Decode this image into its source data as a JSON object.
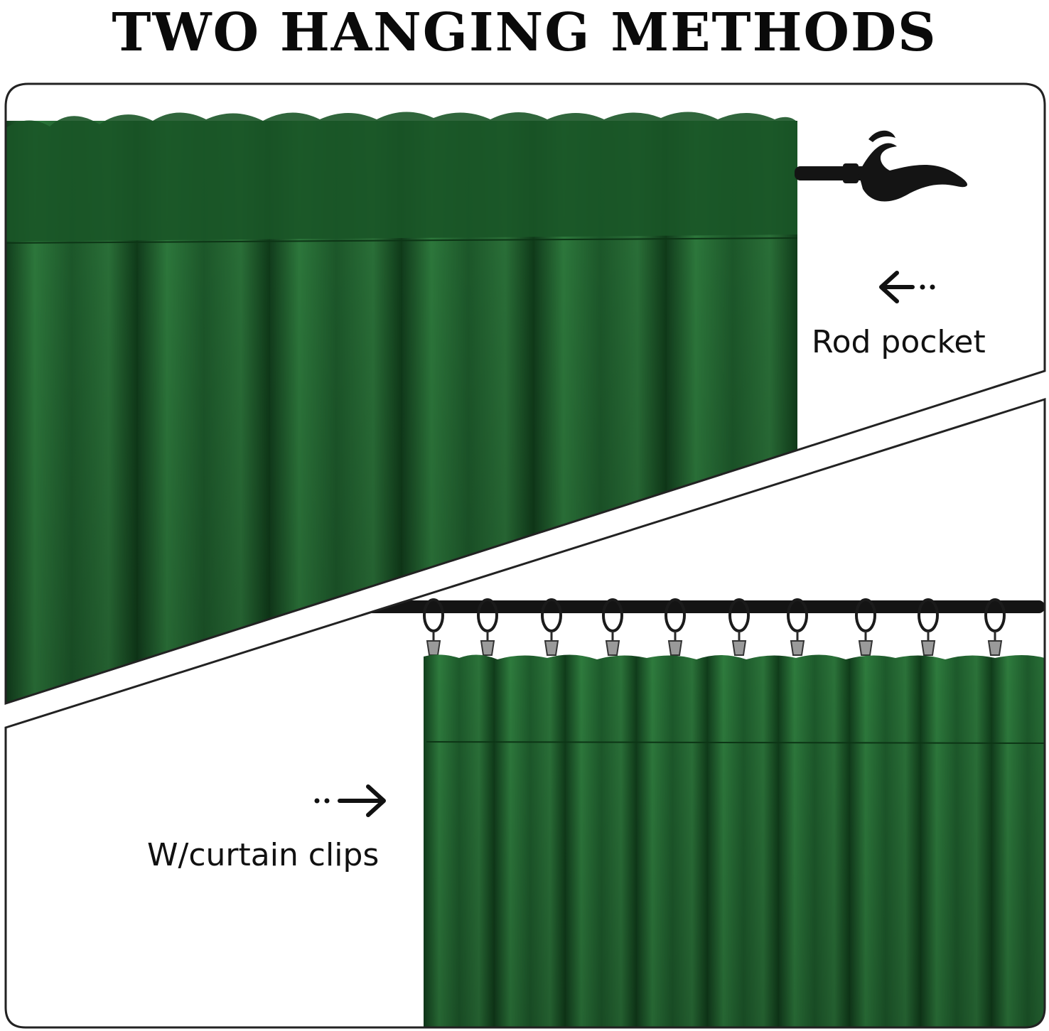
{
  "title": "TWO HANGING METHODS",
  "methods": [
    {
      "label": "Rod pocket",
      "arrow_icon": "dashed-arrow-left-icon"
    },
    {
      "label": "W/curtain clips",
      "arrow_icon": "dashed-arrow-right-icon"
    }
  ],
  "colors": {
    "velvet": "#1d5a2b",
    "velvet_dark": "#0f3b19",
    "velvet_light": "#2f7a3d",
    "hardware": "#141414",
    "frame": "#222222"
  }
}
